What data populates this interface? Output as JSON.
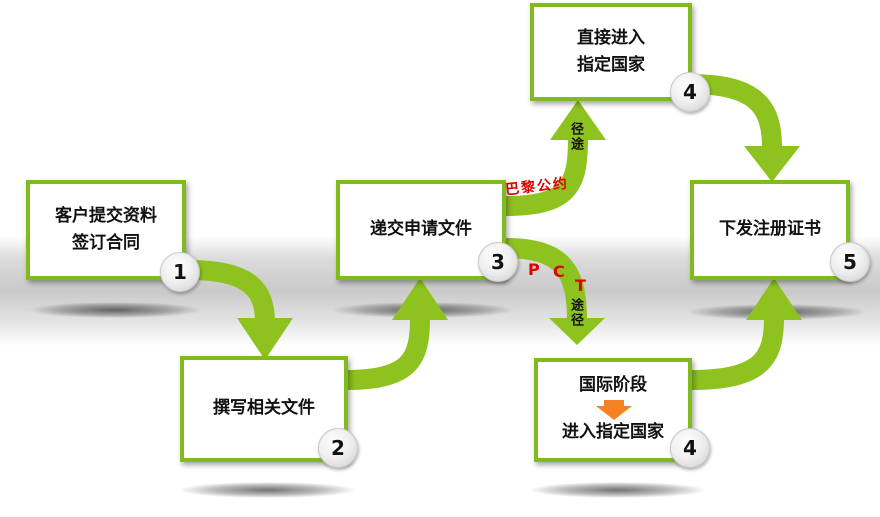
{
  "steps": {
    "s1": {
      "line1": "客户提交资料",
      "line2": "签订合同",
      "num": "1"
    },
    "s2": {
      "line1": "撰写相关文件",
      "num": "2"
    },
    "s3": {
      "line1": "递交申请文件",
      "num": "3"
    },
    "s4a": {
      "line1": "直接进入",
      "line2": "指定国家",
      "num": "4"
    },
    "s4b": {
      "line1": "国际阶段",
      "line2": "进入指定国家",
      "num": "4"
    },
    "s5": {
      "line1": "下发注册证书",
      "num": "5"
    }
  },
  "routes": {
    "paris_label": "巴黎公约",
    "paris_path": "径途",
    "pct_p": "P",
    "pct_c": "C",
    "pct_t": "T",
    "pct_path": "途径"
  },
  "colors": {
    "box_border": "#7fbb1e",
    "connector": "#8dc21f",
    "route_text": "#e00000",
    "inner_arrow": "#f58220"
  }
}
